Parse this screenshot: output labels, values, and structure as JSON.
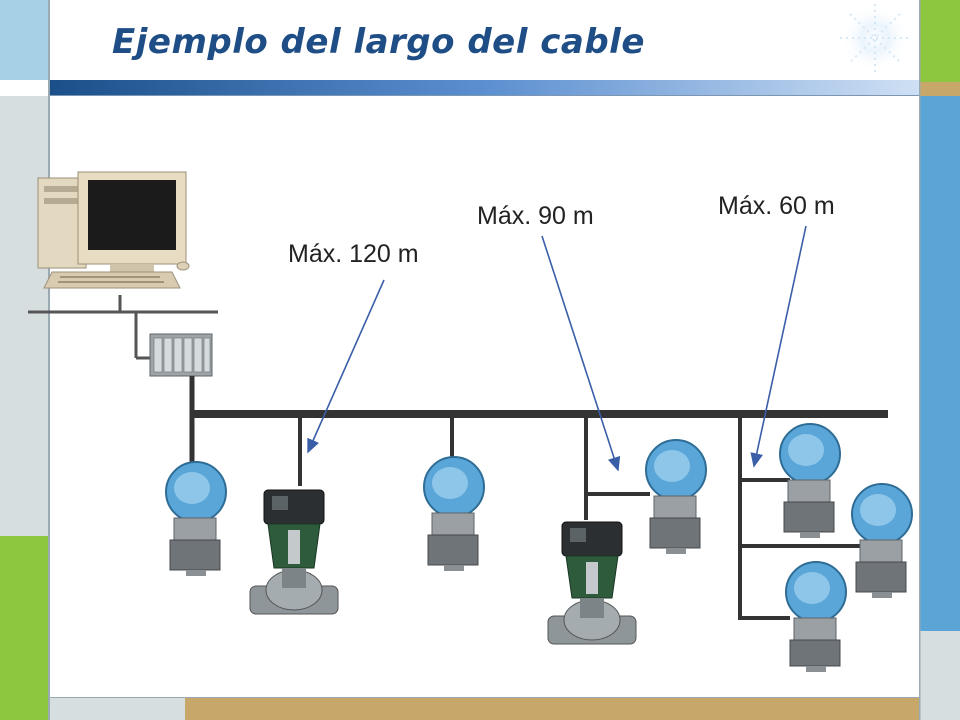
{
  "slide": {
    "title": "Ejemplo del largo del cable"
  },
  "labels": {
    "max_120": "Máx. 120 m",
    "max_90": "Máx. 90 m",
    "max_60": "Máx. 60 m"
  },
  "colors": {
    "title": "#1f4e86",
    "green_accent": "#8dc63f",
    "blue_accent": "#5ba4d6",
    "tan_accent": "#c8a86a",
    "bus_line": "#333333",
    "arrow": "#3a5ea8",
    "transmitter_blue": "#5aa6d8",
    "valve_green": "#2d5b3c"
  }
}
